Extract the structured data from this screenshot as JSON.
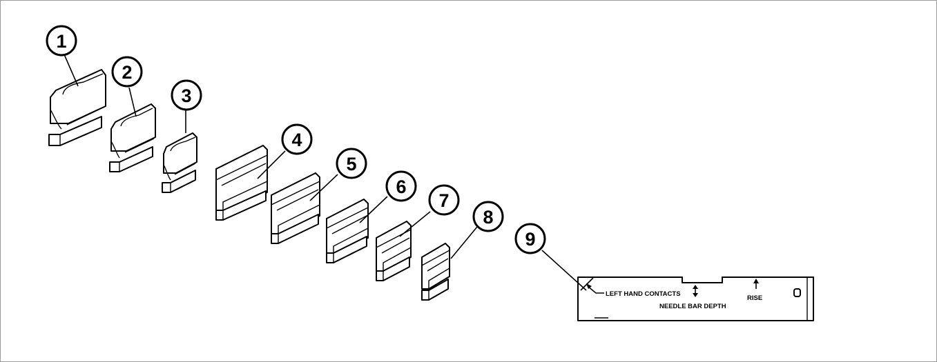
{
  "callouts": [
    {
      "number": "1"
    },
    {
      "number": "2"
    },
    {
      "number": "3"
    },
    {
      "number": "4"
    },
    {
      "number": "5"
    },
    {
      "number": "6"
    },
    {
      "number": "7"
    },
    {
      "number": "8"
    },
    {
      "number": "9"
    }
  ],
  "gauge": {
    "left_hand_contacts": "LEFT HAND CONTACTS",
    "needle_bar_depth": "NEEDLE BAR DEPTH",
    "rise": "RISE"
  },
  "colors": {
    "line": "#000000",
    "background": "#ffffff",
    "frame_border": "#9a9a9a"
  }
}
